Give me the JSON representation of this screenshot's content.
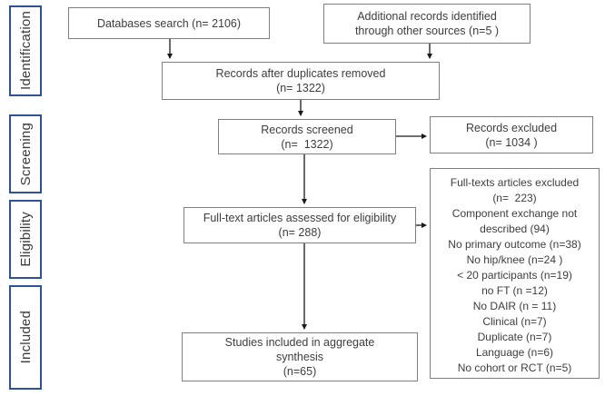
{
  "sidebar": {
    "stages": [
      {
        "label": "Identification"
      },
      {
        "label": "Screening"
      },
      {
        "label": "Eligibility"
      },
      {
        "label": "Included"
      }
    ]
  },
  "boxes": {
    "databases_search": {
      "lines": [
        "Databases search (n= 2106)"
      ]
    },
    "additional_records": {
      "lines": [
        "Additional records identified",
        "through other sources (n=5 )"
      ]
    },
    "duplicates_removed": {
      "lines": [
        "Records after duplicates removed",
        "(n= 1322)"
      ]
    },
    "records_screened": {
      "lines": [
        "Records screened",
        "(n=  1322)"
      ]
    },
    "records_excluded": {
      "lines": [
        "Records excluded",
        "(n= 1034 )"
      ]
    },
    "fulltext_assessed": {
      "lines": [
        "Full-text articles assessed for eligibility",
        "(n= 288)"
      ]
    },
    "fulltext_excluded": {
      "lines": [
        "Full-texts articles excluded",
        "(n=  223)",
        "Component exchange not",
        "described (94)",
        "No primary outcome (n=38)",
        "No hip/knee (n=24 )",
        "< 20 participants (n=19)",
        "no FT (n =12)",
        "No DAIR (n = 11)",
        "Clinical (n=7)",
        "Duplicate (n=7)",
        "Language (n=6)",
        "No cohort or RCT (n=5)"
      ]
    },
    "studies_included": {
      "lines": [
        "Studies included in aggregate",
        "synthesis",
        "(n=65)"
      ]
    }
  },
  "colors": {
    "stage_border": "#2e5294",
    "box_border": "#7f7f7f",
    "text": "#3d3d3d",
    "arrow": "#1a1a1a"
  }
}
